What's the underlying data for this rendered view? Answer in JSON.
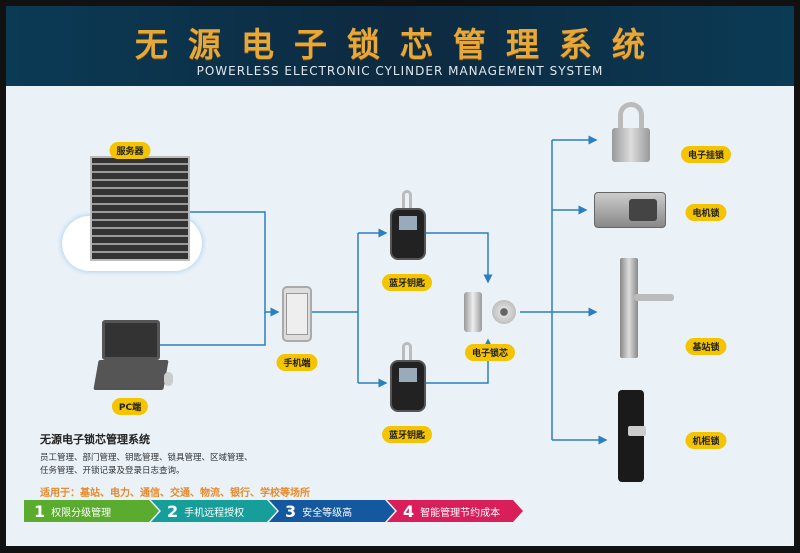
{
  "header": {
    "title": "无源电子锁芯管理系统",
    "subtitle": "POWERLESS ELECTRONIC CYLINDER MANAGEMENT SYSTEM"
  },
  "nodes": {
    "server": "服务器",
    "pc": "PC端",
    "phone": "手机端",
    "bt_key_1": "蓝牙钥匙",
    "bt_key_2": "蓝牙钥匙",
    "cylinder": "电子锁芯",
    "padlock": "电子挂锁",
    "motor_lock": "电机锁",
    "station_lock": "基站锁",
    "cabinet_lock": "机柜锁"
  },
  "description": {
    "heading": "无源电子锁芯管理系统",
    "line1": "员工管理、部门管理、钥匙管理、锁具管理、区域管理、",
    "line2": "任务管理、开锁记录及登录日志查询。",
    "applies": "适用于：基站、电力、通信、交通、物流、银行、学校等场所"
  },
  "features": [
    {
      "num": "1",
      "label": "权限分级管理",
      "color": "#5aac2e"
    },
    {
      "num": "2",
      "label": "手机远程授权",
      "color": "#169e9a"
    },
    {
      "num": "3",
      "label": "安全等级高",
      "color": "#1458a0"
    },
    {
      "num": "4",
      "label": "智能管理节约成本",
      "color": "#d81f5a"
    }
  ]
}
